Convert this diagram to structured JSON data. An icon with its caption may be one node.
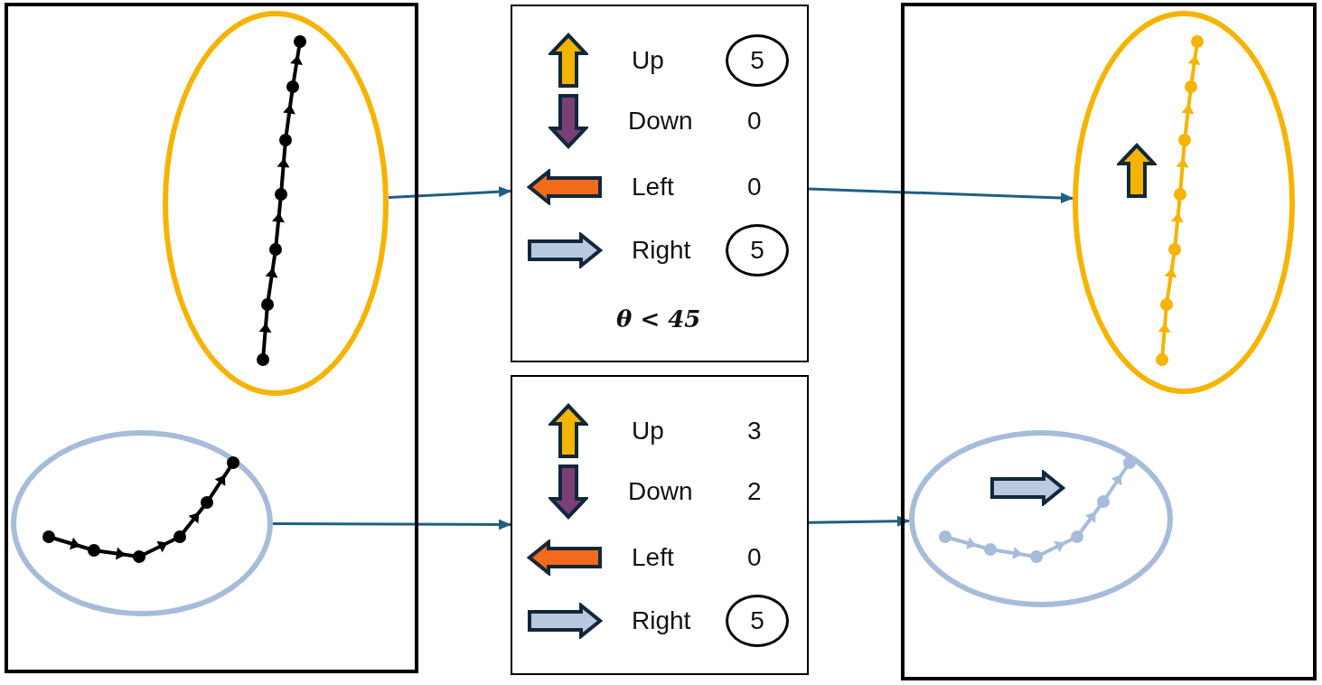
{
  "diagram": {
    "nodes": [
      {
        "text": [],
        "shape": "box"
      },
      {
        "text": [],
        "shape": "ellipse",
        "in": 0
      },
      {
        "text": [],
        "shape": "ellipse",
        "in": 0
      },
      {
        "text": [
          "Up",
          "5",
          "Down",
          "0",
          "Left",
          "0",
          "Right",
          "5",
          "θ < 45"
        ]
      },
      {
        "text": [
          "Up",
          "3",
          "Down",
          "2",
          "Left",
          "0",
          "Right",
          "5"
        ]
      },
      {
        "text": [],
        "shape": "box"
      },
      {
        "text": [],
        "shape": "ellipse",
        "in": 5
      },
      {
        "text": [],
        "shape": "ellipse",
        "in": 5
      }
    ],
    "edges": [
      {
        "from": 1,
        "to": 3,
        "arrow": "to"
      },
      {
        "from": 3,
        "to": 6,
        "arrow": "to"
      },
      {
        "from": 2,
        "to": 4,
        "arrow": "to"
      },
      {
        "from": 4,
        "to": 7,
        "arrow": "to"
      }
    ]
  }
}
